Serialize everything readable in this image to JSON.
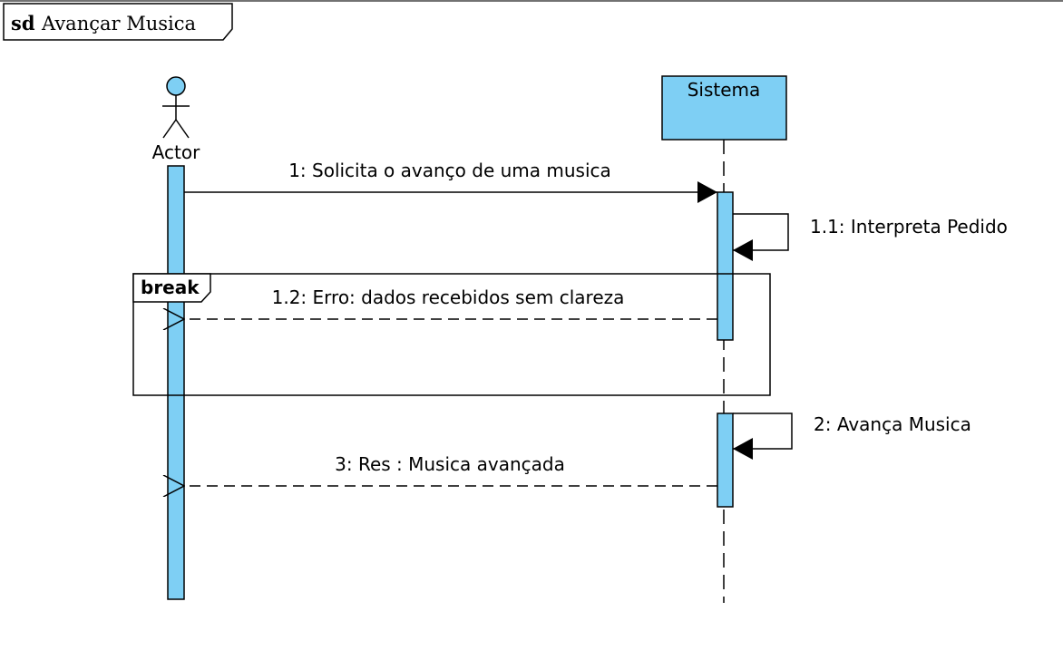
{
  "diagram": {
    "frame": {
      "keyword": "sd",
      "name": "Avançar Musica"
    },
    "participants": [
      {
        "name": "Actor",
        "kind": "actor"
      },
      {
        "name": "Sistema",
        "kind": "object"
      }
    ],
    "messages": [
      {
        "label": "1: Solicita o avanço de uma musica",
        "type": "synchronous"
      },
      {
        "label": "1.1: Interpreta Pedido",
        "type": "self"
      },
      {
        "label": "1.2: Erro: dados recebidos sem clareza",
        "type": "reply"
      },
      {
        "label": "2: Avança Musica",
        "type": "self"
      },
      {
        "label": "3: Res : Musica avançada",
        "type": "reply"
      }
    ],
    "fragments": [
      {
        "operator": "break"
      }
    ],
    "colors": {
      "fill": "#7ecff4",
      "stroke": "#000000",
      "background": "#ffffff"
    }
  }
}
